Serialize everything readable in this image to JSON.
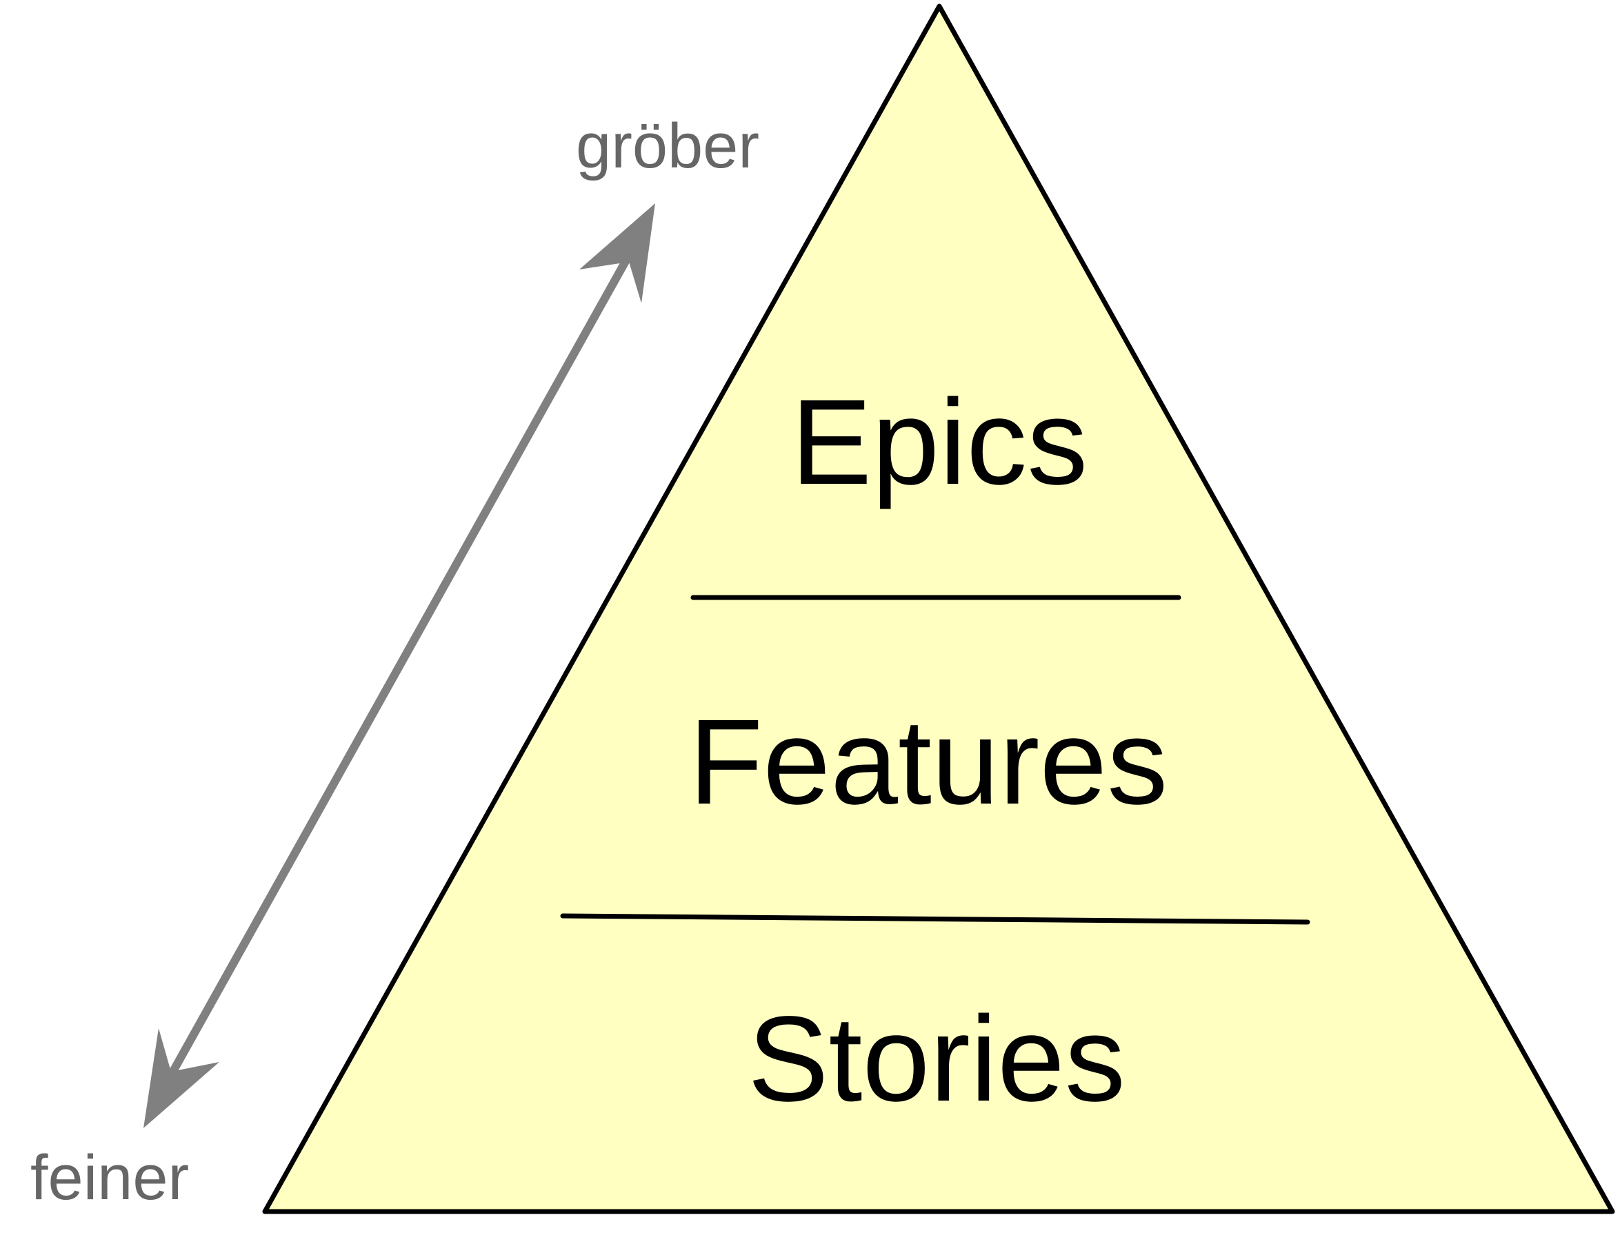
{
  "diagram": {
    "levels": [
      {
        "label": "Epics"
      },
      {
        "label": "Features"
      },
      {
        "label": "Stories"
      }
    ],
    "arrow": {
      "top_label": "gröber",
      "bottom_label": "feiner"
    },
    "colors": {
      "pyramid_fill": "#ffffc2",
      "pyramid_stroke": "#000000",
      "arrow": "#808080",
      "arrow_label": "#666666",
      "level_text": "#000000"
    }
  }
}
